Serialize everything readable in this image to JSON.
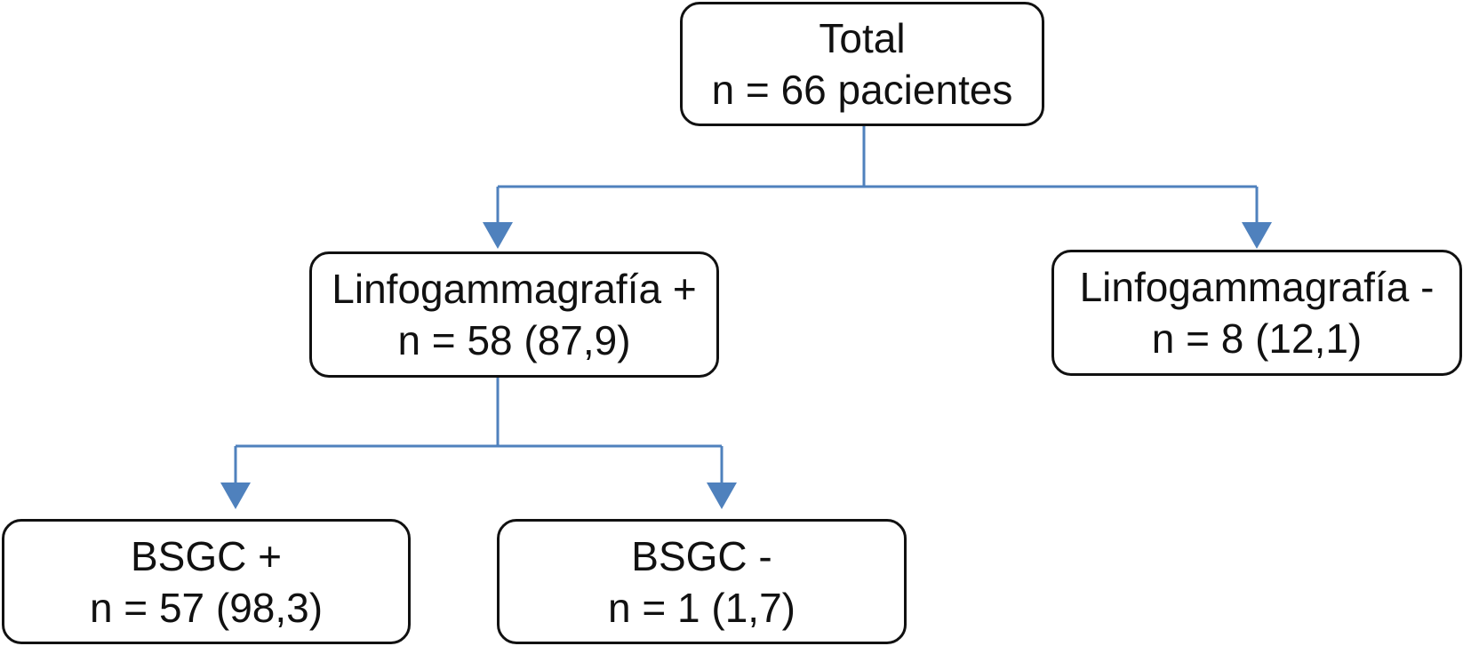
{
  "diagram": {
    "colors": {
      "connector": "#4f81bd",
      "box_border": "#111111",
      "text": "#111111",
      "background": "#ffffff"
    },
    "nodes": {
      "total": {
        "line1": "Total",
        "line2": "n = 66 pacientes"
      },
      "linfogammagrafia_pos": {
        "line1": "Linfogammagrafía +",
        "line2": "n = 58 (87,9)"
      },
      "linfogammagrafia_neg": {
        "line1": "Linfogammagrafía -",
        "line2": "n = 8 (12,1)"
      },
      "bsgc_pos": {
        "line1": "BSGC +",
        "line2": "n = 57 (98,3)"
      },
      "bsgc_neg": {
        "line1": "BSGC -",
        "line2": "n = 1 (1,7)"
      }
    },
    "edges": [
      {
        "from": "total",
        "to": "linfogammagrafia_pos"
      },
      {
        "from": "total",
        "to": "linfogammagrafia_neg"
      },
      {
        "from": "linfogammagrafia_pos",
        "to": "bsgc_pos"
      },
      {
        "from": "linfogammagrafia_pos",
        "to": "bsgc_neg"
      }
    ]
  }
}
